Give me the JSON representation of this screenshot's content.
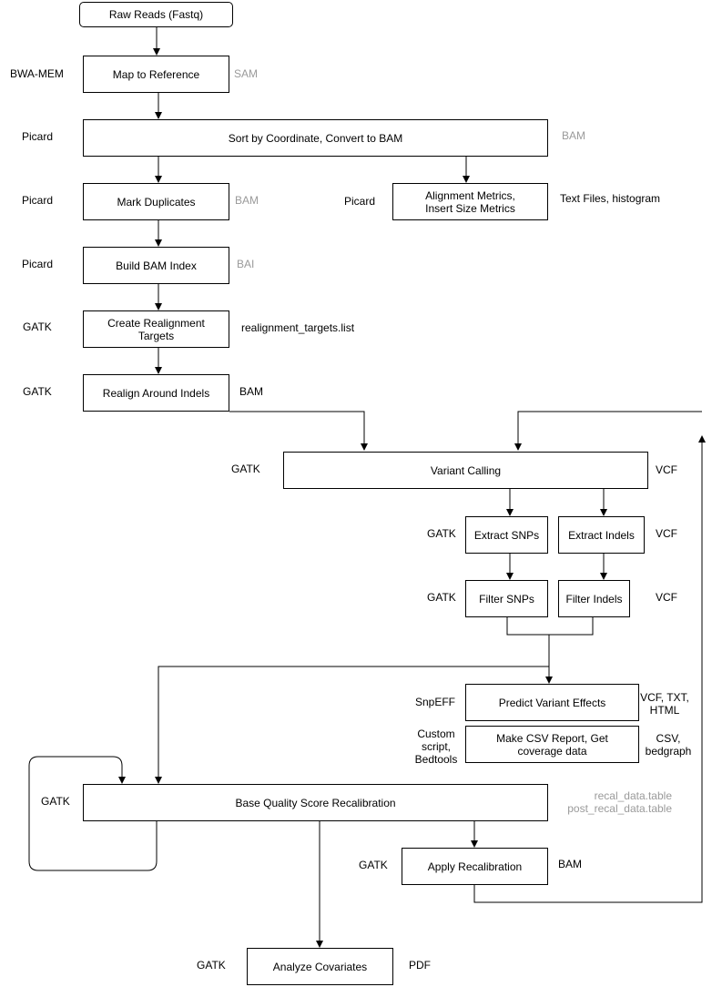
{
  "nodes": {
    "raw_reads": "Raw Reads (Fastq)",
    "map_ref": "Map to Reference",
    "sort_convert": "Sort by Coordinate, Convert to BAM",
    "mark_dup": "Mark Duplicates",
    "alignment_metrics": "Alignment Metrics, Insert Size Metrics",
    "build_index": "Build BAM Index",
    "create_realign": "Create Realignment Targets",
    "realign_indels": "Realign Around Indels",
    "variant_calling": "Variant Calling",
    "extract_snps": "Extract SNPs",
    "extract_indels": "Extract Indels",
    "filter_snps": "Filter SNPs",
    "filter_indels": "Filter Indels",
    "predict_effects": "Predict Variant Effects",
    "csv_report": "Make CSV Report, Get coverage data",
    "bqsr": "Base Quality Score Recalibration",
    "apply_recal": "Apply Recalibration",
    "analyze_cov": "Analyze Covariates"
  },
  "tools": {
    "map_ref": "BWA-MEM",
    "sort_convert": "Picard",
    "mark_dup": "Picard",
    "alignment_metrics": "Picard",
    "build_index": "Picard",
    "create_realign": "GATK",
    "realign_indels": "GATK",
    "variant_calling": "GATK",
    "extract": "GATK",
    "filter": "GATK",
    "predict_effects": "SnpEFF",
    "csv_report": "Custom script, Bedtools",
    "bqsr": "GATK",
    "apply_recal": "GATK",
    "analyze_cov": "GATK"
  },
  "outputs": {
    "map_ref": "SAM",
    "sort_convert": "BAM",
    "mark_dup": "BAM",
    "alignment_metrics": "Text Files, histogram",
    "build_index": "BAI",
    "create_realign": "realignment_targets.list",
    "realign_indels": "BAM",
    "variant_calling": "VCF",
    "extract": "VCF",
    "filter": "VCF",
    "predict_effects": "VCF, TXT, HTML",
    "csv_report": "CSV, bedgraph",
    "bqsr": "recal_data.table post_recal_data.table",
    "apply_recal": "BAM",
    "analyze_cov": "PDF"
  },
  "colors": {
    "line": "#000000",
    "box_border": "#000000",
    "muted_output": "#9a9a9a"
  }
}
